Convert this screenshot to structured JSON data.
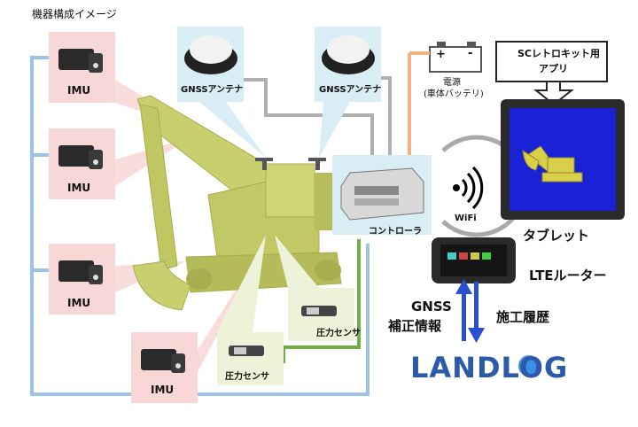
{
  "title": "機器構成イメージ",
  "imu_label": "IMU",
  "gnss_antenna_left": "GNSSアンテナ",
  "gnss_antenna_right": "GNSSアンテナ",
  "battery_label": "電源",
  "battery_sub": "(車体バッテリ)",
  "battery_plus": "+",
  "battery_minus": "-",
  "controller_label": "コントローラ",
  "pressure_sensor_1": "圧力センサ",
  "pressure_sensor_2": "圧力センサ",
  "wifi_label": "WiFi",
  "app_label_line1": "SCレトロキット用",
  "app_label_line2": "アプリ",
  "tablet_label": "タブレット",
  "lte_label": "LTEルーター",
  "gnss_correction_line1": "GNSS",
  "gnss_correction_line2": "補正情報",
  "construction_history": "施工履歴",
  "landlog": "LANDLOG",
  "colors": {
    "imu_bg": "#f8d7d7",
    "antenna_bg": "#d9edf5",
    "line_blue": "#9ec3e6",
    "line_gray": "#b0b0b0",
    "line_orange": "#f4b183",
    "line_green": "#70ad47",
    "excavator": "#c9cf6e",
    "landlog_blue": "#2b5aa8",
    "arrow_blue": "#2b4fd1"
  }
}
